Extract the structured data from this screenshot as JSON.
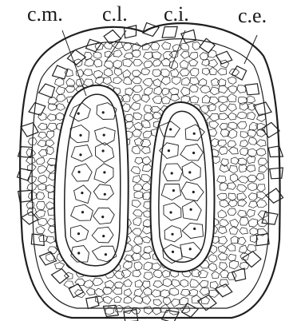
{
  "labels": {
    "cm": "c.m.",
    "cl": "c.l.",
    "ci": "c.i.",
    "ce": "c.e."
  },
  "colors": {
    "ink": "#1f1f1f",
    "paper": "#ffffff"
  }
}
